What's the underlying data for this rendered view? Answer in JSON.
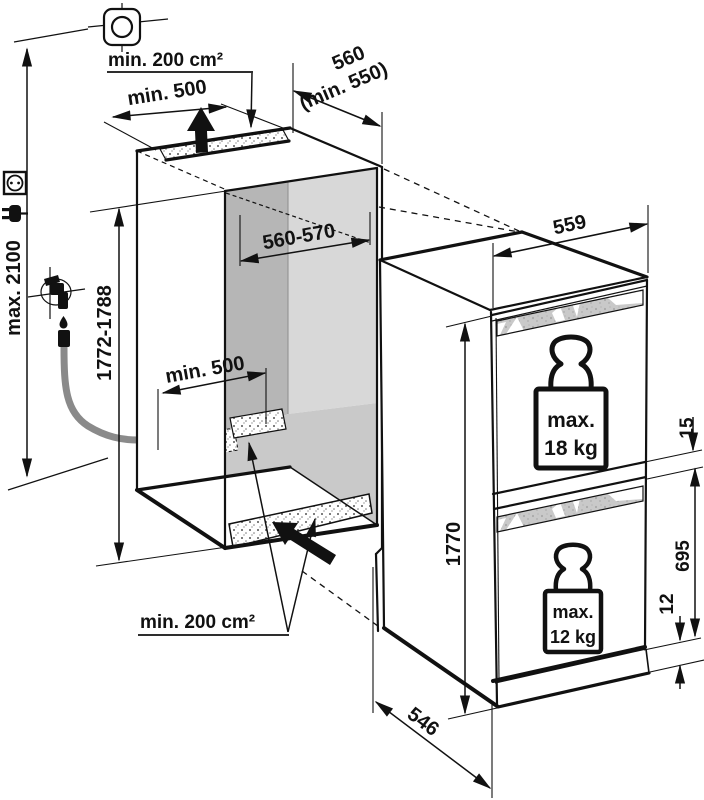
{
  "diagram": {
    "dimensions": {
      "ceiling_max": "max. 2100",
      "vent_top_area": "min. 200 cm²",
      "vent_top_width": "min. 500",
      "depth_niche": "560",
      "depth_niche_min": "(min. 550)",
      "width_appliance": "559",
      "width_niche": "560-570",
      "height_niche": "1772-1788",
      "vent_floor_width": "min. 500",
      "vent_bottom_area": "min. 200 cm²",
      "height_appliance": "1770",
      "gap_doors": "15",
      "height_lower_door": "695",
      "gap_base": "12",
      "depth_appliance": "546"
    },
    "load_limits": {
      "upper_max_label": "max.",
      "upper_max_value": "18 kg",
      "lower_max_label": "max.",
      "lower_max_value": "12 kg"
    },
    "icons": {
      "junction_box": "junction-box-icon",
      "power_outlet": "power-outlet-icon",
      "power_plug": "power-plug-icon",
      "water_tap": "water-tap-icon",
      "water_drop": "water-drop-icon",
      "drain_hose": "drain-hose",
      "airflow_up": "airflow-up-arrow-icon",
      "airflow_in": "airflow-in-arrow-icon",
      "weight_upper": "weight-18kg-icon",
      "weight_lower": "weight-12kg-icon"
    },
    "colors": {
      "line": "#111111",
      "wall_side": "#b6b6b6",
      "wall_back": "#d8d8d8",
      "floor": "#c9c9c9",
      "grille": "#c9c9c9",
      "hose": "#8a8a8a"
    }
  }
}
